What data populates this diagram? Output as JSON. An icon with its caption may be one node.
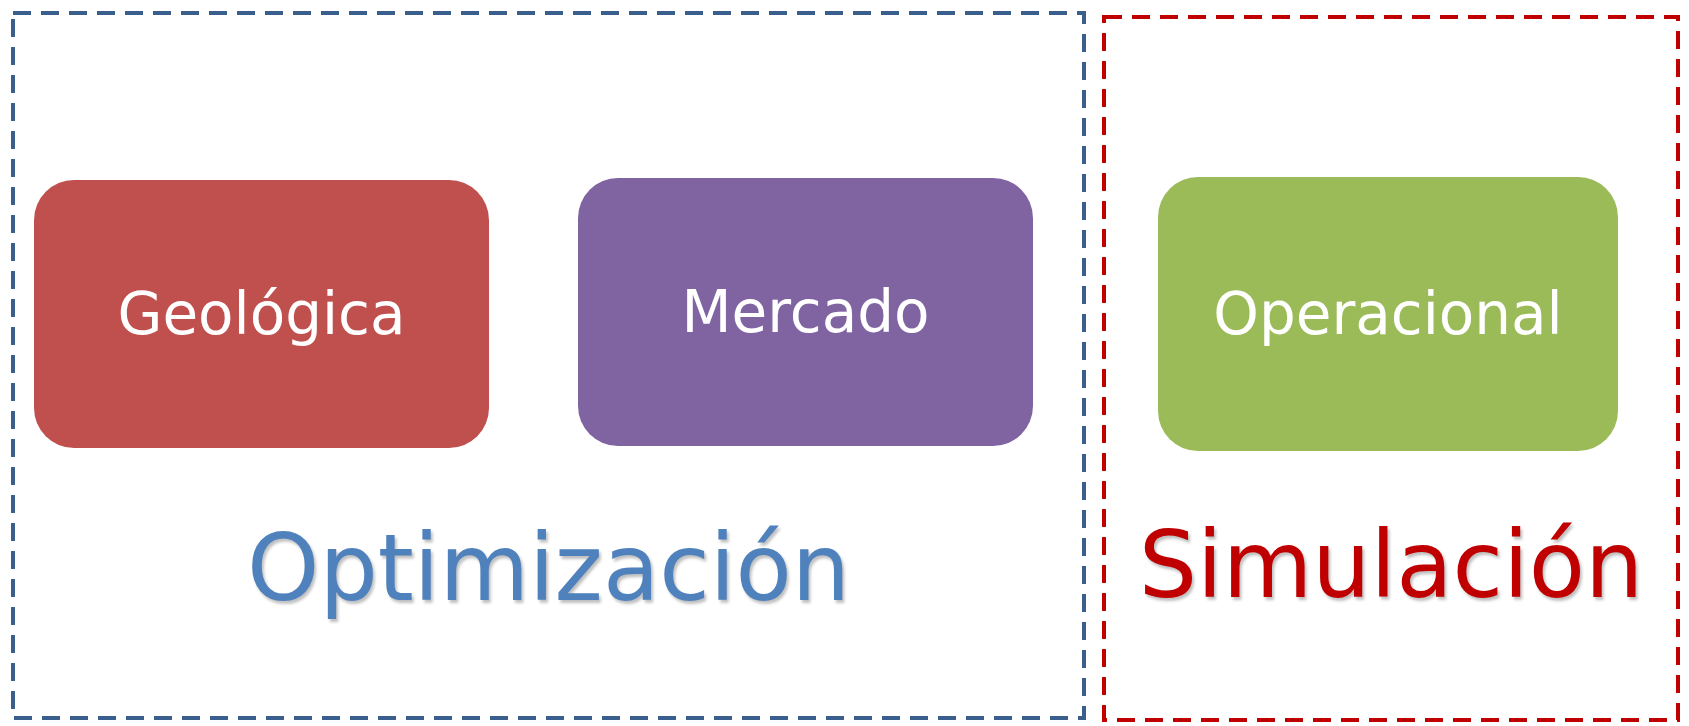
{
  "diagram": {
    "nodes": [
      {
        "text": [
          "Optimización"
        ]
      },
      {
        "text": [
          "Geológica"
        ],
        "in": 0
      },
      {
        "text": [
          "Mercado"
        ],
        "in": 0
      },
      {
        "text": [
          "Simulación"
        ]
      },
      {
        "text": [
          "Operacional"
        ],
        "in": 3
      }
    ]
  }
}
